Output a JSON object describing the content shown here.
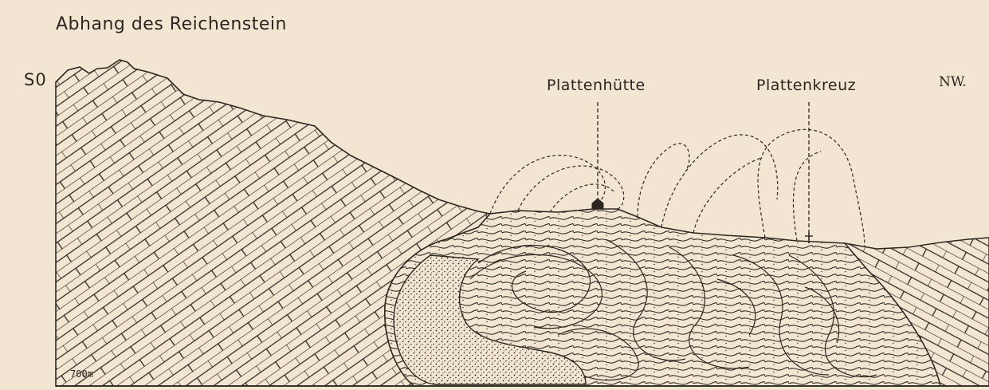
{
  "title": "Abhang des Reichenstein",
  "orientation": {
    "left": "S0",
    "right": "NW."
  },
  "landmarks": {
    "huette": "Plattenhütte",
    "kreuz": "Plattenkreuz"
  },
  "elevation_label": "700m",
  "colors": {
    "paper": "#f2e6d2",
    "ink": "#2b2620"
  }
}
